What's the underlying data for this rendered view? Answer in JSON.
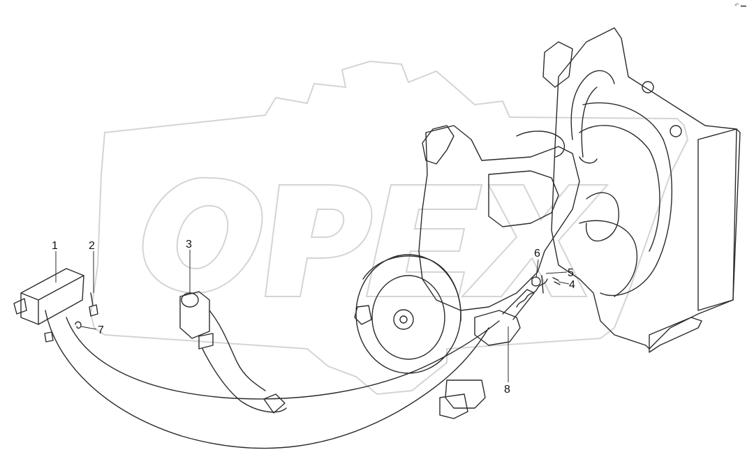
{
  "watermark": {
    "text": "OPEX",
    "color": "#d9d9d9"
  },
  "corner_mark": "↶ ▬",
  "callouts": [
    "1",
    "2",
    "3",
    "4",
    "5",
    "6",
    "7",
    "8"
  ],
  "colors": {
    "line": "#2a2a2a",
    "label": "#111111",
    "paper": "#ffffff"
  }
}
